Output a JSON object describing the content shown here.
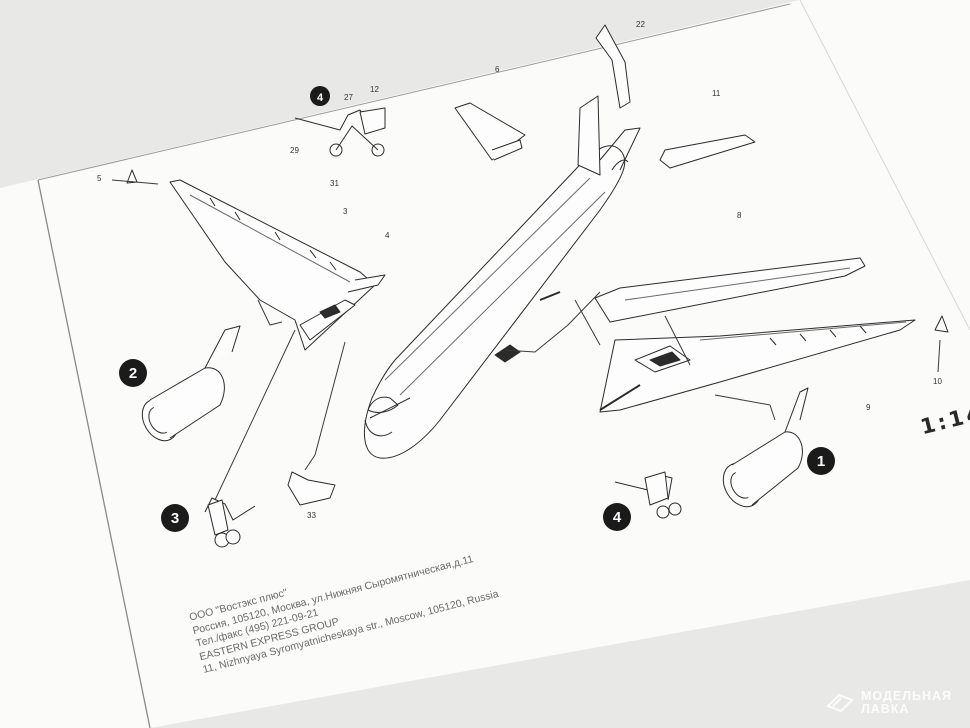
{
  "scene": {
    "description_labels": {
      "step_badges": [
        "1",
        "2",
        "3",
        "4",
        "4"
      ],
      "part_numbers": [
        "3",
        "4",
        "5",
        "6",
        "8",
        "9",
        "10",
        "11",
        "12",
        "22",
        "27",
        "29",
        "31",
        "33"
      ]
    },
    "scale_text": "1:14",
    "publisher_lines": [
      "ООО \"Востэкс плюс\"",
      "Россия, 105120, Москва, ул.Нижняя Сыромятническая,д.11",
      "Тел./факс (495) 221-09-21",
      "EASTERN EXPRESS GROUP",
      "11, Nizhnyaya Syromyatnicheskaya str., Moscow, 105120, Russia"
    ],
    "watermark": {
      "line1": "МОДЕЛЬНАЯ",
      "line2": "ЛАВКА"
    }
  }
}
